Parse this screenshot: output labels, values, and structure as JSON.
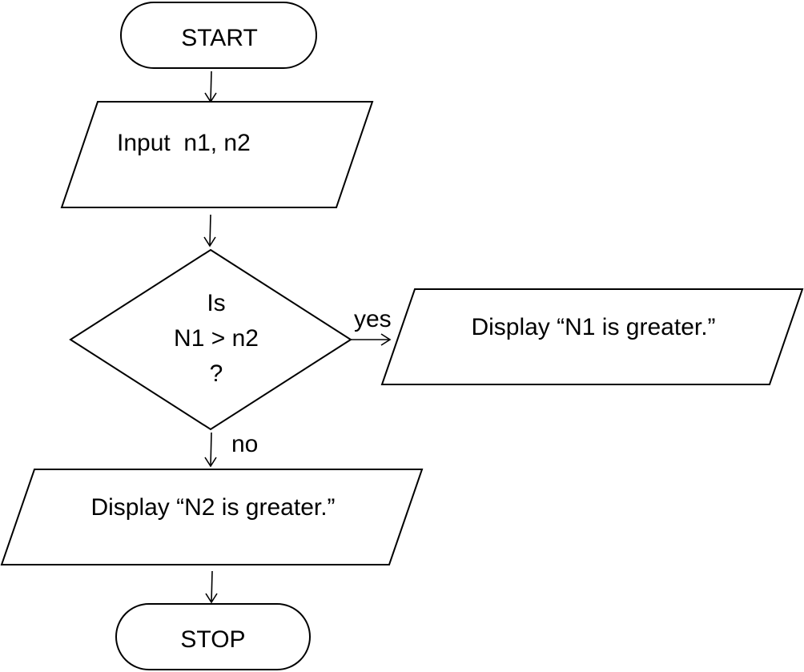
{
  "flowchart": {
    "start": {
      "text": "START"
    },
    "input": {
      "text": "Input  n1, n2"
    },
    "decision": {
      "line1": "Is",
      "line2": "N1 > n2",
      "line3": "?"
    },
    "yes_label": "yes",
    "no_label": "no",
    "display_n1": {
      "text": "Display “N1 is greater.”"
    },
    "display_n2": {
      "text": "Display “N2 is greater.”"
    },
    "stop": {
      "text": "STOP"
    }
  }
}
